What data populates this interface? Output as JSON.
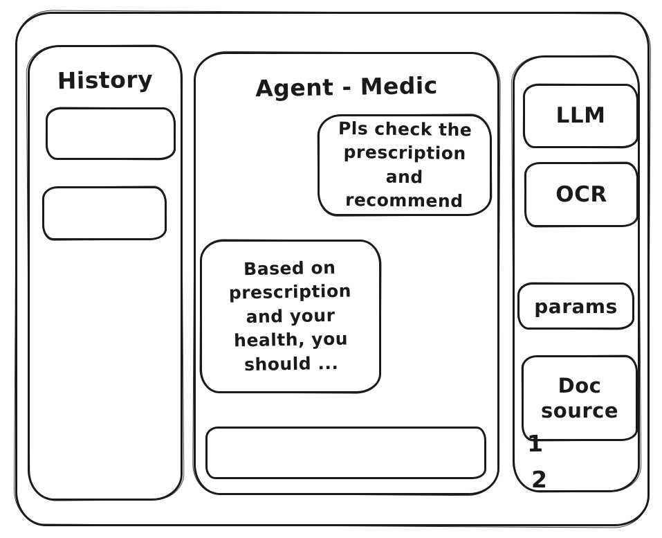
{
  "window": {
    "background_color": "#ffffff",
    "stroke_color": "#1a1a1a"
  },
  "sidebar": {
    "title": "History",
    "items": [
      {
        "label": ""
      },
      {
        "label": ""
      }
    ]
  },
  "chat": {
    "title": "Agent - Medic",
    "messages": [
      {
        "role": "user",
        "text": "Pls check the prescription and recommend"
      },
      {
        "role": "agent",
        "text": "Based on prescription and your health, you should ..."
      }
    ],
    "input": {
      "value": "",
      "placeholder": ""
    }
  },
  "tools": {
    "buttons": [
      {
        "label": "LLM"
      },
      {
        "label": "OCR"
      },
      {
        "label": "params"
      },
      {
        "label": "Doc source"
      }
    ],
    "annotations": [
      {
        "label": "1"
      },
      {
        "label": "2"
      }
    ]
  }
}
